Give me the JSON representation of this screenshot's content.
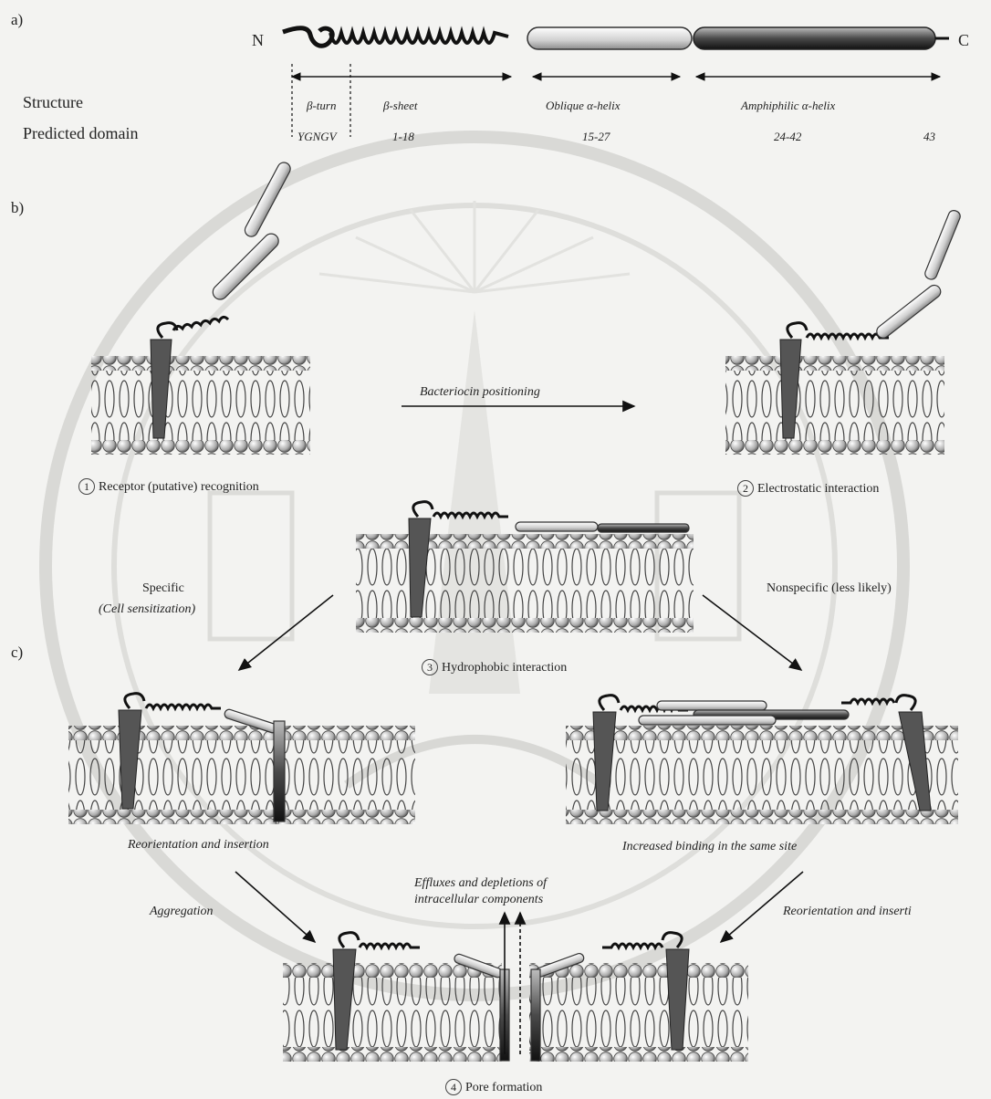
{
  "panels": {
    "a": "a)",
    "b": "b)",
    "c": "c)"
  },
  "termini": {
    "n": "N",
    "c": "C"
  },
  "rows": {
    "structure": "Structure",
    "domain": "Predicted domain"
  },
  "structure": {
    "b_turn": "β-turn",
    "b_sheet": "β-sheet",
    "oblique": "Oblique α-helix",
    "amphiphilic": "Amphiphilic α-helix"
  },
  "domain": {
    "d1": "YGNGV",
    "d2": "1-18",
    "d3": "15-27",
    "d4": "24-42",
    "d5": "43"
  },
  "steps": {
    "s1_num": "1",
    "s1": "Receptor (putative) recognition",
    "s2_num": "2",
    "s2": "Electrostatic interaction",
    "s3_num": "3",
    "s3": "Hydrophobic interaction",
    "s4_num": "4",
    "s4": "Pore formation"
  },
  "arrows": {
    "positioning": "Bacteriocin positioning",
    "specific": "Specific",
    "specific_sub": "(Cell sensitization)",
    "nonspecific": "Nonspecific (less likely)",
    "reorient_left": "Reorientation and insertion",
    "increased": "Increased binding in the same site",
    "effluxes_1": "Effluxes and depletions of",
    "effluxes_2": "intracellular components",
    "aggregation": "Aggregation",
    "reorient_right": "Reorientation and inserti"
  }
}
